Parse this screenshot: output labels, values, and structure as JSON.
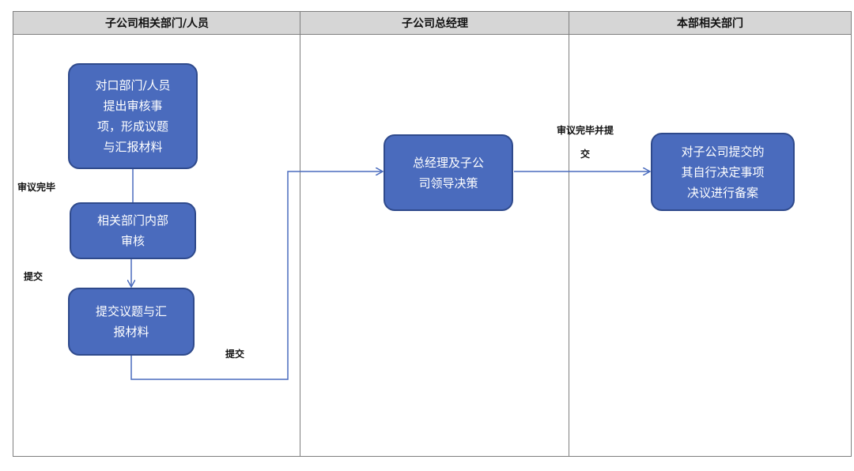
{
  "lanes": [
    {
      "title": "子公司相关部门/人员"
    },
    {
      "title": "子公司总经理"
    },
    {
      "title": "本部相关部门"
    }
  ],
  "nodes": {
    "n1": "对口部门/人员\n提出审核事\n项，形成议题\n与汇报材料",
    "n2": "相关部门内部\n审核",
    "n3": "提交议题与汇\n报材料",
    "n4": "总经理及子公\n司领导决策",
    "n5": "对子公司提交的\n其自行决定事项\n决议进行备案"
  },
  "edge_labels": {
    "review_done": "审议完毕",
    "submit_1": "提交",
    "submit_2": "提交",
    "review_submit": "审议完毕并提\n交"
  },
  "colors": {
    "node_fill": "#4a6bbd",
    "node_border": "#2f4a8c",
    "edge": "#4a6bbd",
    "header_fill": "#d6d6d6"
  }
}
